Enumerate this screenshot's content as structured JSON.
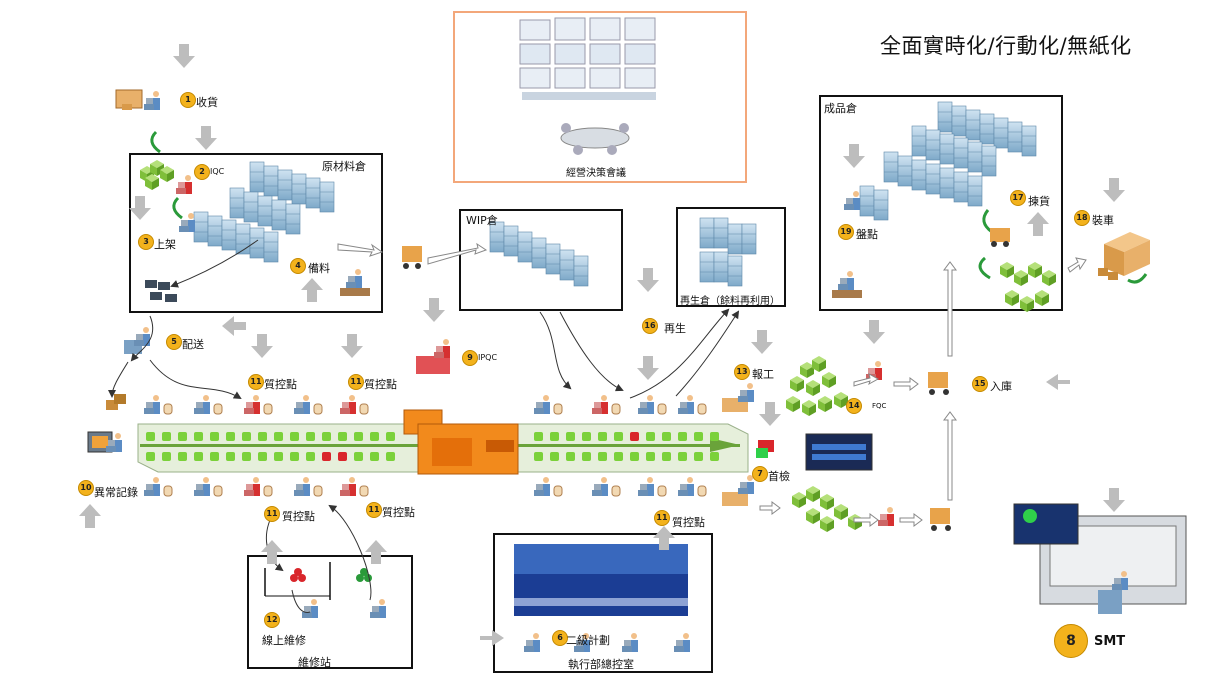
{
  "title": "全面實時化/行動化/無紙化",
  "areas": {
    "raw_warehouse": "原材料倉",
    "wip": "WIP倉",
    "regen": "再生倉（餘料再利用）",
    "finished": "成品倉",
    "meeting": "經營決策會議",
    "repair_station": "維修站",
    "control_room": "執行部總控室"
  },
  "steps": {
    "s1": {
      "num": "1",
      "label": "收貨"
    },
    "s2": {
      "num": "2",
      "label": "IQC"
    },
    "s3": {
      "num": "3",
      "label": "上架"
    },
    "s4": {
      "num": "4",
      "label": "備料"
    },
    "s5": {
      "num": "5",
      "label": "配送"
    },
    "s6": {
      "num": "6",
      "label": "二級計劃"
    },
    "s7": {
      "num": "7",
      "label": "首檢"
    },
    "s8": {
      "num": "8",
      "label": "SMT"
    },
    "s9": {
      "num": "9",
      "label": "IPQC"
    },
    "s10": {
      "num": "10",
      "label": "異常記錄"
    },
    "s11": {
      "num": "11",
      "label": "質控點"
    },
    "s12": {
      "num": "12",
      "label": "線上維修"
    },
    "s13": {
      "num": "13",
      "label": "報工"
    },
    "s14": {
      "num": "14",
      "label": "FQC"
    },
    "s15": {
      "num": "15",
      "label": "入庫"
    },
    "s16": {
      "num": "16",
      "label": "再生"
    },
    "s17": {
      "num": "17",
      "label": "揀貨"
    },
    "s18": {
      "num": "18",
      "label": "裝車"
    },
    "s19": {
      "num": "19",
      "label": "盤點"
    }
  },
  "colors": {
    "arrow": "#b9b9b9",
    "badge": "#f3b21c",
    "line_body": "#dfead0",
    "good_dot": "#7bd13a",
    "bad_dot": "#d9262b",
    "machine": "#f28a1c",
    "rack": "#a9c9e0",
    "green_box": "#8cc63f",
    "meeting_border": "#f3a77a"
  }
}
